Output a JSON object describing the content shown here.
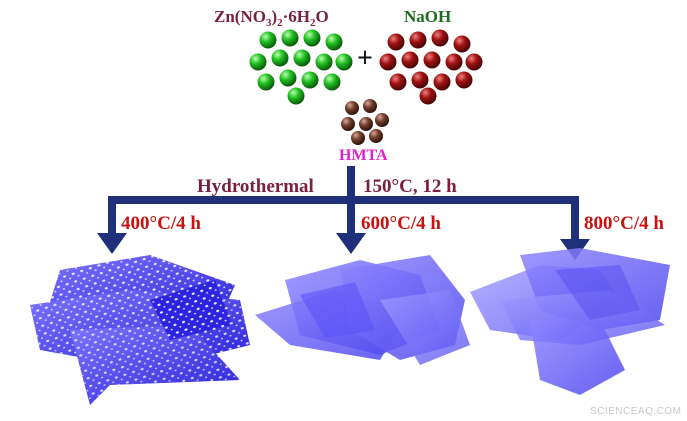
{
  "reagents": {
    "zinc_salt": {
      "base": "Zn(NO",
      "sub1": "3",
      "mid": ")",
      "sub2": "2",
      "tail": "·6H",
      "sub3": "2",
      "end": "O"
    },
    "plus": "+",
    "base_reagent": "NaOH",
    "additive": "HMTA"
  },
  "process": {
    "step": "Hydrothermal",
    "condition": "150°C, 12 h"
  },
  "branches": [
    {
      "label": "400°C/4 h"
    },
    {
      "label": "600°C/4 h"
    },
    {
      "label": "800°C/4 h"
    }
  ],
  "watermark": "SCIENCEAQ.COM",
  "colors": {
    "zinc_label": "#7a1f3d",
    "naoh_label": "#1f6b1f",
    "hmta_label": "#e020d0",
    "arrow": "#1f2f7a",
    "temp_label": "#cc1111",
    "green_sphere": "#22b822",
    "red_sphere": "#9a1010",
    "brown_sphere": "#6e3a2a",
    "sheet": "#4b44ee"
  }
}
